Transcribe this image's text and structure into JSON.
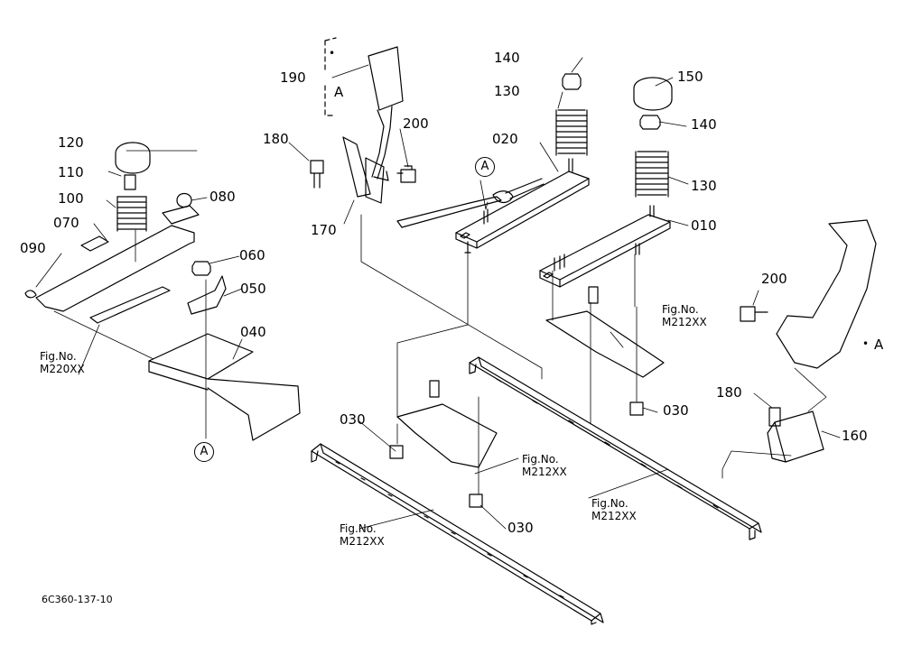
{
  "diagram": {
    "drawing_code": "6C360-137-10",
    "part_labels": {
      "p190": "190",
      "p180a": "180",
      "p200a": "200",
      "p170": "170",
      "p140a": "140",
      "p130a": "130",
      "p020": "020",
      "p150": "150",
      "p140b": "140",
      "p130b": "130",
      "p010": "010",
      "p120": "120",
      "p110": "110",
      "p100": "100",
      "p080": "080",
      "p070": "070",
      "p090": "090",
      "p060": "060",
      "p050": "050",
      "p040": "040",
      "p200b": "200",
      "p180b": "180",
      "p160": "160",
      "p030a": "030",
      "p030b": "030",
      "p030c": "030"
    },
    "ref_marks": {
      "a_bracket": "A",
      "a_circle_top": "A",
      "a_circle_bottom": "A",
      "a_tail": "A"
    },
    "fig_refs": {
      "fig1_line1": "Fig.No.",
      "fig1_line2": "M220XX",
      "fig2_line1": "Fig.No.",
      "fig2_line2": "M212XX",
      "fig3_line1": "Fig.No.",
      "fig3_line2": "M212XX",
      "fig4_line1": "Fig.No.",
      "fig4_line2": "M212XX",
      "fig5_line1": "Fig.No.",
      "fig5_line2": "M212XX"
    }
  }
}
